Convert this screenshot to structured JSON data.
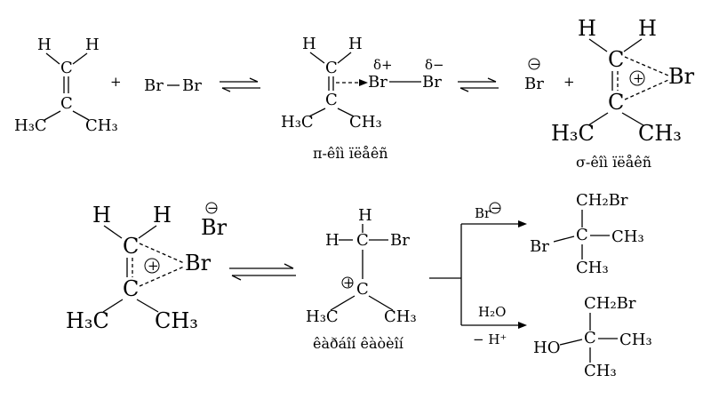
{
  "atoms": {
    "H": "H",
    "C": "C",
    "Br": "Br",
    "CH3": "CH₃",
    "H3C": "H₃C",
    "CH2Br": "CH₂Br",
    "HO": "HO"
  },
  "reagent_bromine": "Br",
  "plus": "+",
  "charges": {
    "delta_plus": "δ+",
    "delta_minus": "δ−",
    "positive": "+",
    "negative": "−"
  },
  "captions": {
    "pi_complex": "π-êîì ïëåêñ",
    "sigma_complex": "σ-êîì ïëåêñ",
    "carbocation": "êàðáîí êàòèîí"
  },
  "conditions": {
    "bromide": "Br",
    "water": "H₂O",
    "minus_proton": "− H⁺"
  }
}
